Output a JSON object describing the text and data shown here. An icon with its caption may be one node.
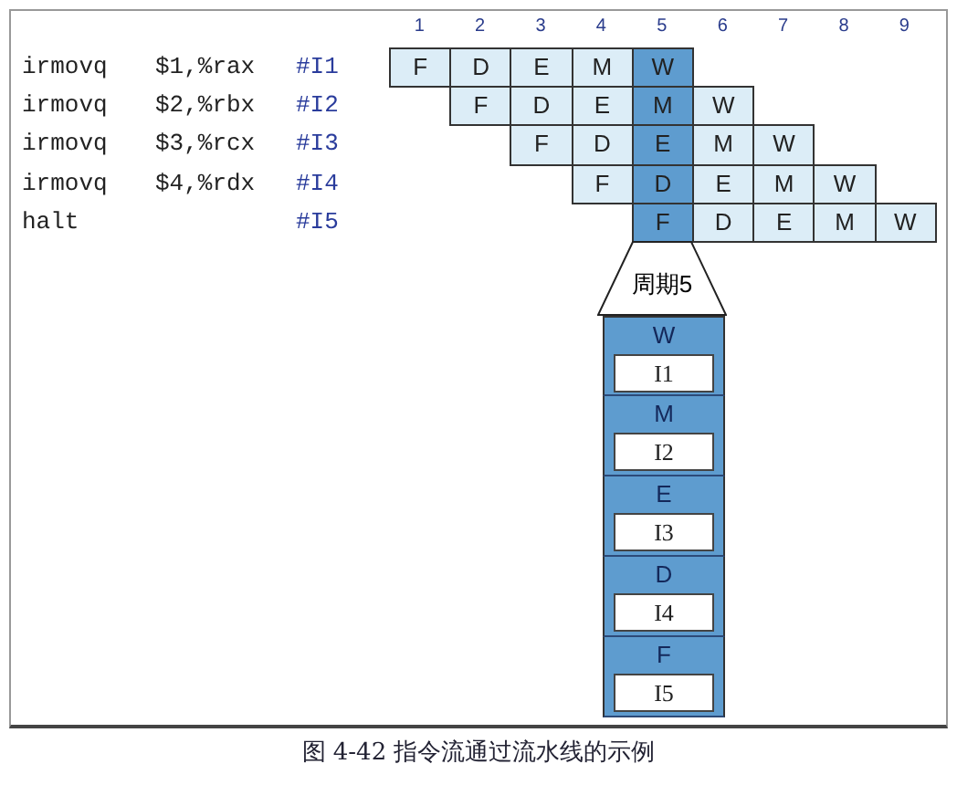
{
  "diagram": {
    "caption": "图 4-42 指令流通过流水线的示例",
    "nodes": [
      {
        "text": [
          "周期5"
        ]
      },
      {
        "text": [
          "W"
        ]
      },
      {
        "text": [
          "I1"
        ],
        "in": 1
      },
      {
        "text": [
          "M"
        ]
      },
      {
        "text": [
          "I2"
        ],
        "in": 3
      },
      {
        "text": [
          "E"
        ]
      },
      {
        "text": [
          "I3"
        ],
        "in": 5
      },
      {
        "text": [
          "D"
        ]
      },
      {
        "text": [
          "I4"
        ],
        "in": 7
      },
      {
        "text": [
          "F"
        ]
      },
      {
        "text": [
          "I5"
        ],
        "in": 9
      }
    ],
    "labels": [
      "1",
      "2",
      "3",
      "4",
      "5",
      "6",
      "7",
      "8",
      "9",
      "irmovq",
      "$1,%rax",
      "#I1",
      "F",
      "D",
      "E",
      "M",
      "W",
      "irmovq",
      "$2,%rbx",
      "#I2",
      "F",
      "D",
      "E",
      "M",
      "W",
      "irmovq",
      "$3,%rcx",
      "#I3",
      "F",
      "D",
      "E",
      "M",
      "W",
      "irmovq",
      "$4,%rdx",
      "#I4",
      "F",
      "D",
      "E",
      "M",
      "W",
      "halt",
      "#I5",
      "F",
      "D",
      "E",
      "M",
      "W"
    ]
  }
}
